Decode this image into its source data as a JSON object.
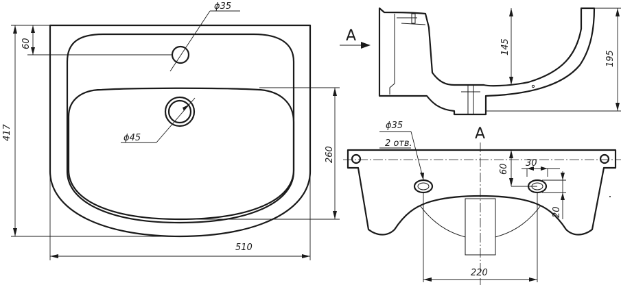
{
  "dimensions": {
    "overall_length": "510",
    "overall_depth": "417",
    "tap_hole_offset": "60",
    "tap_hole_diameter": "ϕ35",
    "drain_diameter": "ϕ45",
    "bowl_depth": "260",
    "side_height": "145",
    "total_height": "195",
    "bracket_hole_diameter": "ϕ35",
    "bracket_hole_count": "2 отв.",
    "bracket_hole_drop": "60",
    "bracket_hole_width": "30",
    "bracket_hole_height": "20",
    "bracket_spacing": "220"
  },
  "view_marker": {
    "arrow_label": "A",
    "view_label": "A"
  }
}
